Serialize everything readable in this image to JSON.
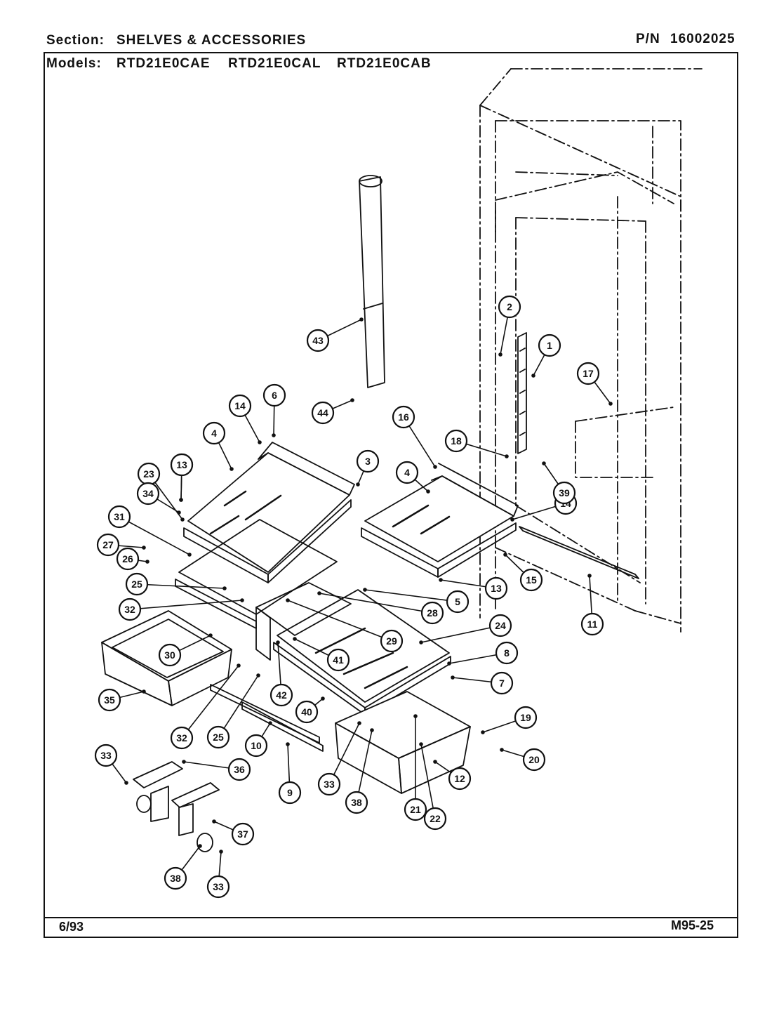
{
  "header": {
    "section_label": "Section:",
    "section_value": "SHELVES & ACCESSORIES",
    "pn_label": "P/N",
    "pn_value": "16002025",
    "models_label": "Models:",
    "models": [
      "RTD21E0CAE",
      "RTD21E0CAL",
      "RTD21E0CAB"
    ]
  },
  "footer": {
    "date": "6/93",
    "code": "M95-25"
  },
  "callouts": [
    "1",
    "2",
    "3",
    "4",
    "4",
    "5",
    "6",
    "7",
    "8",
    "9",
    "10",
    "11",
    "12",
    "13",
    "13",
    "13",
    "14",
    "14",
    "15",
    "16",
    "17",
    "18",
    "19",
    "20",
    "21",
    "22",
    "23",
    "24",
    "25",
    "25",
    "26",
    "27",
    "28",
    "29",
    "30",
    "31",
    "32",
    "32",
    "33",
    "33",
    "33",
    "34",
    "35",
    "36",
    "37",
    "38",
    "38",
    "39",
    "40",
    "41",
    "42",
    "43",
    "44"
  ]
}
